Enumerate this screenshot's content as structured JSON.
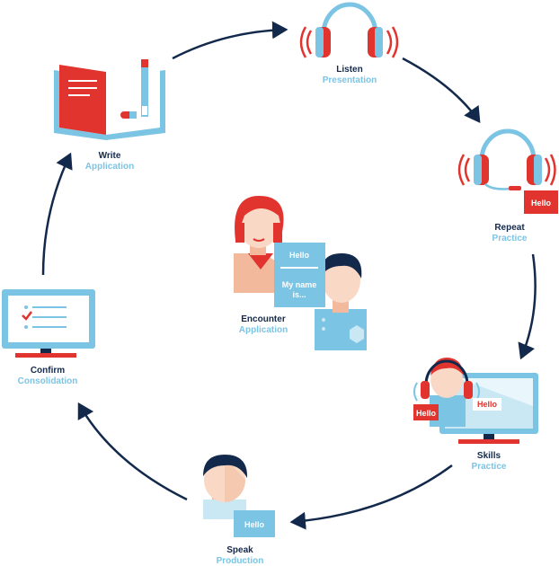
{
  "colors": {
    "navy": "#13294b",
    "light_blue": "#7cc4e4",
    "pale_blue": "#c9e8f4",
    "red": "#e2342f",
    "skin": "#f9d8c5",
    "skin_shade": "#f2b99c",
    "white": "#ffffff"
  },
  "cycle": {
    "listen": {
      "title": "Listen",
      "subtitle": "Presentation",
      "icon": "headphones"
    },
    "repeat": {
      "title": "Repeat",
      "subtitle": "Practice",
      "icon": "headset",
      "bubble": "Hello"
    },
    "skills": {
      "title": "Skills",
      "subtitle": "Practice",
      "icon": "monitor-with-person",
      "bubble_left": "Hello",
      "bubble_screen": "Hello"
    },
    "speak": {
      "title": "Speak",
      "subtitle": "Production",
      "icon": "speaking-person",
      "bubble": "Hello"
    },
    "confirm": {
      "title": "Confirm",
      "subtitle": "Consolidation",
      "icon": "checklist-monitor"
    },
    "write": {
      "title": "Write",
      "subtitle": "Application",
      "icon": "notebook-pen"
    }
  },
  "center": {
    "title": "Encounter",
    "subtitle": "Application",
    "bubble_line1": "Hello",
    "bubble_line2": "My name",
    "bubble_line3": "is..."
  }
}
